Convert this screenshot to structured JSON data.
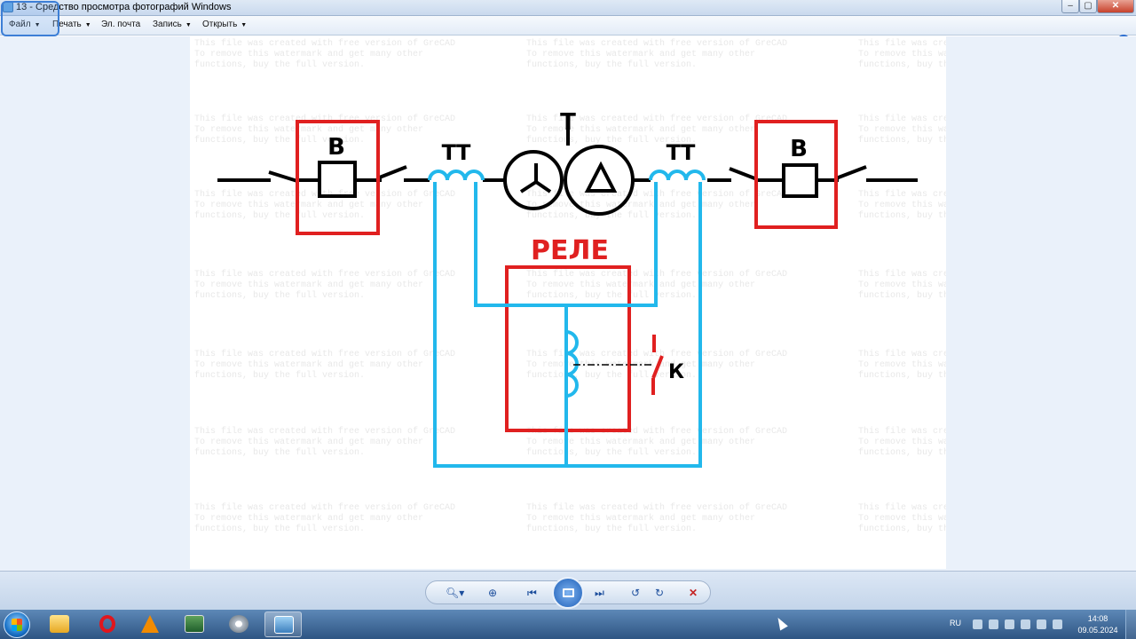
{
  "window": {
    "title": "13 - Средство просмотра фотографий Windows",
    "min": "‒",
    "max": "▢",
    "close": "✕"
  },
  "menu": {
    "file": "Файл",
    "print": "Печать",
    "email": "Эл. почта",
    "record": "Запись",
    "open": "Открыть",
    "dropdown_arrow": "▼",
    "help": "?"
  },
  "diagram": {
    "breaker_left_label": "В",
    "ct_left_label": "ТТ",
    "transformer_label": "Т",
    "ct_right_label": "ТТ",
    "breaker_right_label": "В",
    "relay_label": "РЕЛЕ",
    "contact_label": "К",
    "watermark_lines": [
      "This file was created with free version of GreCAD",
      "To remove this watermark and get many other",
      "functions, buy the full version."
    ],
    "colors": {
      "power": "#000000",
      "primary_equipment": "#e02020",
      "secondary_circuit": "#22b8ec",
      "watermark": "#e8e8e8"
    }
  },
  "controls": {
    "zoom": "🔍︎▾",
    "actual_size": "⊕",
    "prev": "⏮",
    "next": "⏭",
    "rotate_left": "↺",
    "rotate_right": "↻",
    "delete": "✕"
  },
  "taskbar": {
    "language": "RU",
    "time": "14:08",
    "date": "09.05.2024"
  }
}
